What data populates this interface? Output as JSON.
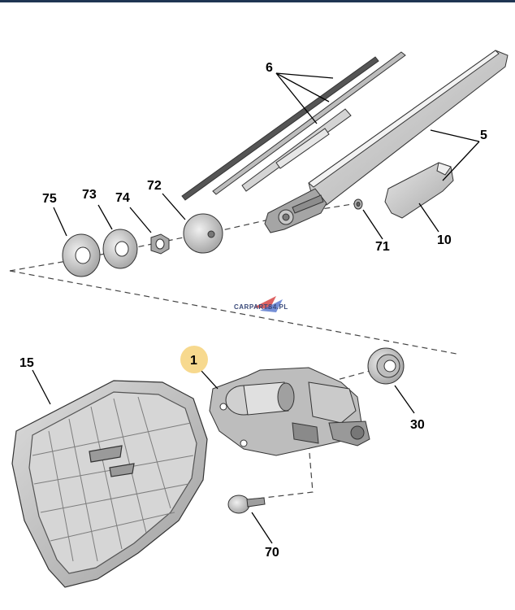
{
  "diagram": {
    "callouts": [
      {
        "id": "c6",
        "label": "6"
      },
      {
        "id": "c5",
        "label": "5"
      },
      {
        "id": "c75",
        "label": "75"
      },
      {
        "id": "c73",
        "label": "73"
      },
      {
        "id": "c74",
        "label": "74"
      },
      {
        "id": "c72",
        "label": "72"
      },
      {
        "id": "c71",
        "label": "71"
      },
      {
        "id": "c10",
        "label": "10"
      },
      {
        "id": "c15",
        "label": "15"
      },
      {
        "id": "c1",
        "label": "1"
      },
      {
        "id": "c30",
        "label": "30"
      },
      {
        "id": "c70",
        "label": "70"
      }
    ],
    "watermark": "CARPARTS4.PL",
    "colors": {
      "part_fill": "#c9c9c9",
      "part_light": "#e3e3e3",
      "part_dark": "#8a8a8a",
      "outline": "#3a3a3a",
      "highlight": "#f6d27a",
      "leader": "#000000",
      "header_bar": "#1f3552"
    }
  }
}
